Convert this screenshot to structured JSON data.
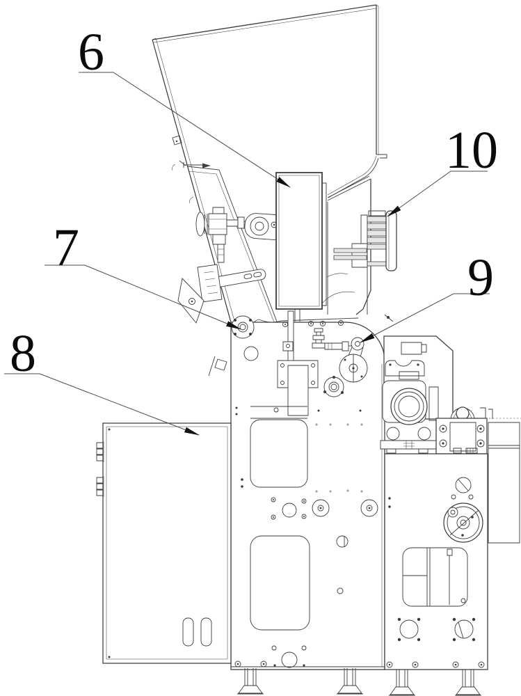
{
  "drawing": {
    "type": "patent-technical-line-drawing",
    "colors": {
      "line": "#3c3c3c",
      "label": "#0b0b0b",
      "background": "#ffffff"
    },
    "callouts": [
      {
        "id": "6",
        "text": "6"
      },
      {
        "id": "7",
        "text": "7"
      },
      {
        "id": "8",
        "text": "8"
      },
      {
        "id": "9",
        "text": "9"
      },
      {
        "id": "10",
        "text": "10"
      }
    ]
  }
}
